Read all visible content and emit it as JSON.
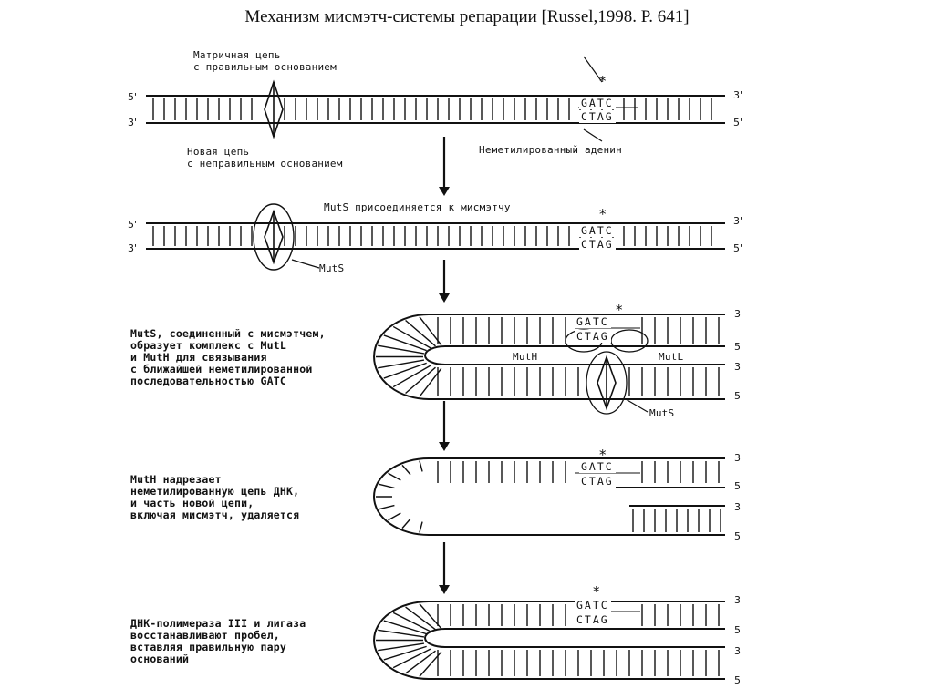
{
  "title": "Механизм мисмэтч-системы репарации [Russel,1998. P. 641]",
  "ends": {
    "five": "5'",
    "three": "3'"
  },
  "gatc": "GATC",
  "ctag": "CTAG",
  "star": "*",
  "step1": {
    "label_top": "Матричная цепь\nс правильным основанием",
    "label_bottom": "Новая цепь\nс неправильным основанием",
    "label_right": "Неметилированный аденин"
  },
  "step2": {
    "label_top": "MutS присоединяется к мисмэтчу",
    "label_muts": "MutS"
  },
  "step3": {
    "description": "MutS, соединенный с мисмэтчем,\nобразует комплекс с MutL\nи MutH для связывания\nс ближайшей неметилированной\nпоследовательностью GATC",
    "label_muth": "MutH",
    "label_mutl": "MutL",
    "label_muts": "MutS"
  },
  "step4": {
    "description": "MutH надрезает\nнеметилированную цепь ДНК,\nи часть новой цепи,\nвключая мисмэтч, удаляется"
  },
  "step5": {
    "description": "ДНК-полимераза III и лигаза\nвосстанавливают пробел,\nвставляя правильную пару\nоснований"
  },
  "colors": {
    "ink": "#111111",
    "background": "#ffffff"
  }
}
